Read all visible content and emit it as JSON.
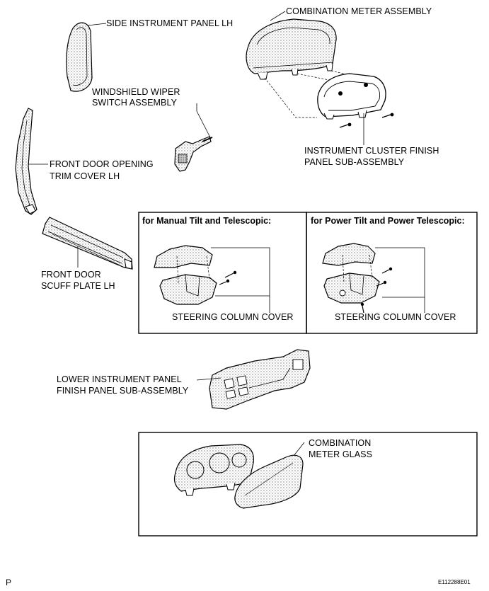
{
  "labels": {
    "side_panel": "SIDE INSTRUMENT PANEL LH",
    "combination_meter": "COMBINATION METER ASSEMBLY",
    "wiper_switch_line1": "WINDSHIELD WIPER",
    "wiper_switch_line2": "SWITCH ASSEMBLY",
    "cluster_finish_line1": "INSTRUMENT CLUSTER FINISH",
    "cluster_finish_line2": "PANEL SUB-ASSEMBLY",
    "door_trim_line1": "FRONT DOOR OPENING",
    "door_trim_line2": "TRIM COVER LH",
    "scuff_plate_line1": "FRONT DOOR",
    "scuff_plate_line2": "SCUFF PLATE LH",
    "lower_panel_line1": "LOWER INSTRUMENT PANEL",
    "lower_panel_line2": "FINISH PANEL SUB-ASSEMBLY",
    "meter_glass_line1": "COMBINATION",
    "meter_glass_line2": "METER GLASS"
  },
  "boxes": {
    "manual": {
      "title": "for Manual Tilt and Telescopic:",
      "part": "STEERING COLUMN COVER"
    },
    "power": {
      "title": "for Power Tilt and Power Telescopic:",
      "part": "STEERING COLUMN COVER"
    }
  },
  "footer": {
    "left": "P",
    "right": "E112288E01"
  }
}
